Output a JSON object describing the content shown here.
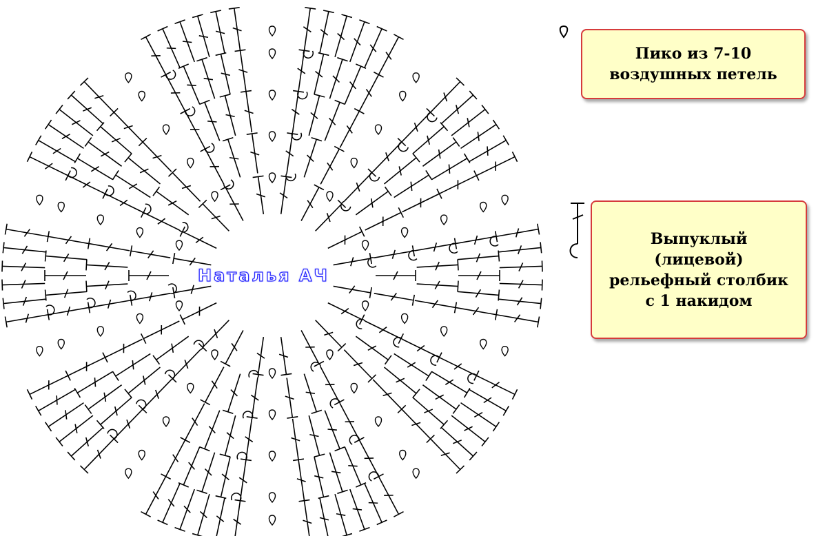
{
  "author": "Наталья АЧ",
  "legend": {
    "picot_label": "Пико из 7-10\nвоздушных петель",
    "post_label": "Выпуклый\n(лицевой)\nрельефный столбик\nс 1 накидом",
    "picot_icon": "picot-loop-icon",
    "post_icon": "front-post-dc-icon"
  },
  "colors": {
    "stroke": "#000000",
    "box_fill": "#ffffc8",
    "box_border": "#d63b3b",
    "author_outline": "#2a2aff"
  },
  "pattern": {
    "sectors": 10,
    "rows": 5,
    "stitches_per_sector_row": [
      2,
      3,
      4,
      5,
      6
    ],
    "picots_per_sector": 4
  }
}
